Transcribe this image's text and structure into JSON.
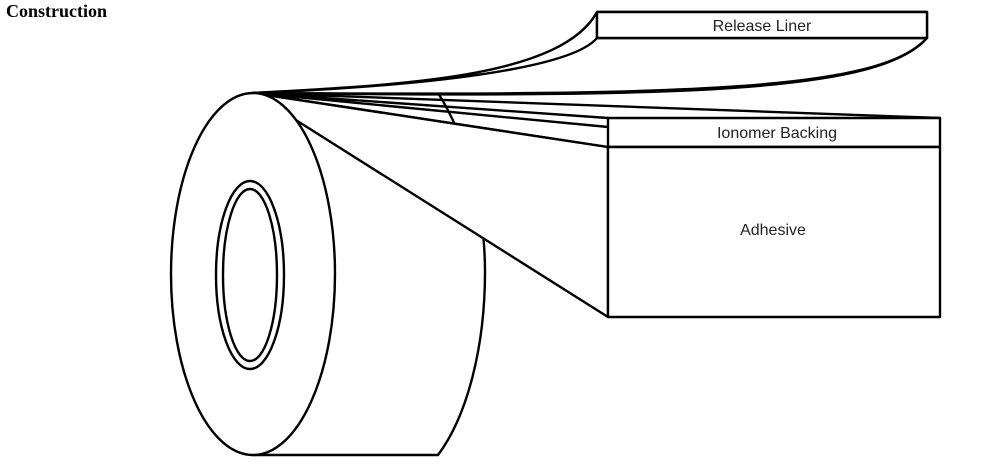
{
  "heading": "Construction",
  "layers": {
    "release_liner": "Release Liner",
    "backing": "Ionomer Backing",
    "adhesive": "Adhesive"
  },
  "colors": {
    "line": "#000000",
    "background": "#ffffff",
    "label_text": "#222222"
  }
}
